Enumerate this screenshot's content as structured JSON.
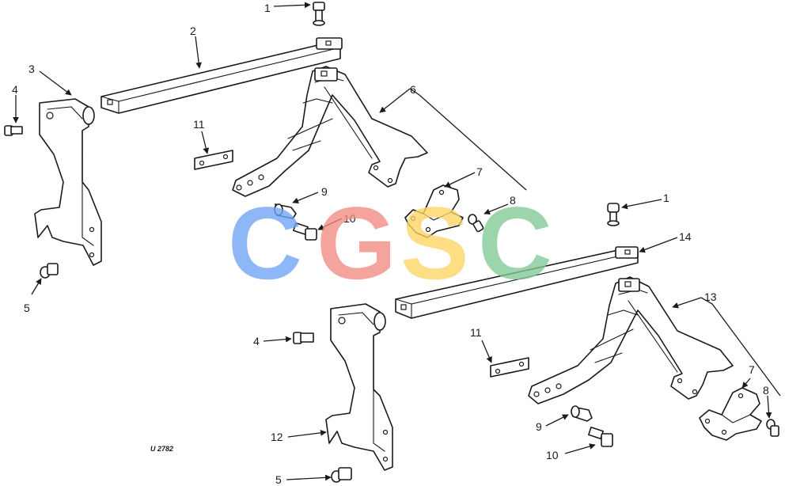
{
  "callouts": {
    "top_1": "1",
    "top_2": "2",
    "top_3": "3",
    "top_4": "4",
    "top_5": "5",
    "top_6": "6",
    "top_7": "7",
    "top_8": "8",
    "top_9": "9",
    "top_10": "10",
    "top_11": "11",
    "bot_1": "1",
    "bot_4": "4",
    "bot_5": "5",
    "bot_7": "7",
    "bot_8": "8",
    "bot_9": "9",
    "bot_10": "10",
    "bot_11": "11",
    "bot_12": "12",
    "bot_13": "13",
    "bot_14": "14"
  },
  "reference_code": "U 2782",
  "watermark": {
    "letters": [
      "C",
      "G",
      "S",
      "C"
    ],
    "colors": [
      "#6fa3f7",
      "#f28b82",
      "#fdd663",
      "#81c995"
    ]
  }
}
